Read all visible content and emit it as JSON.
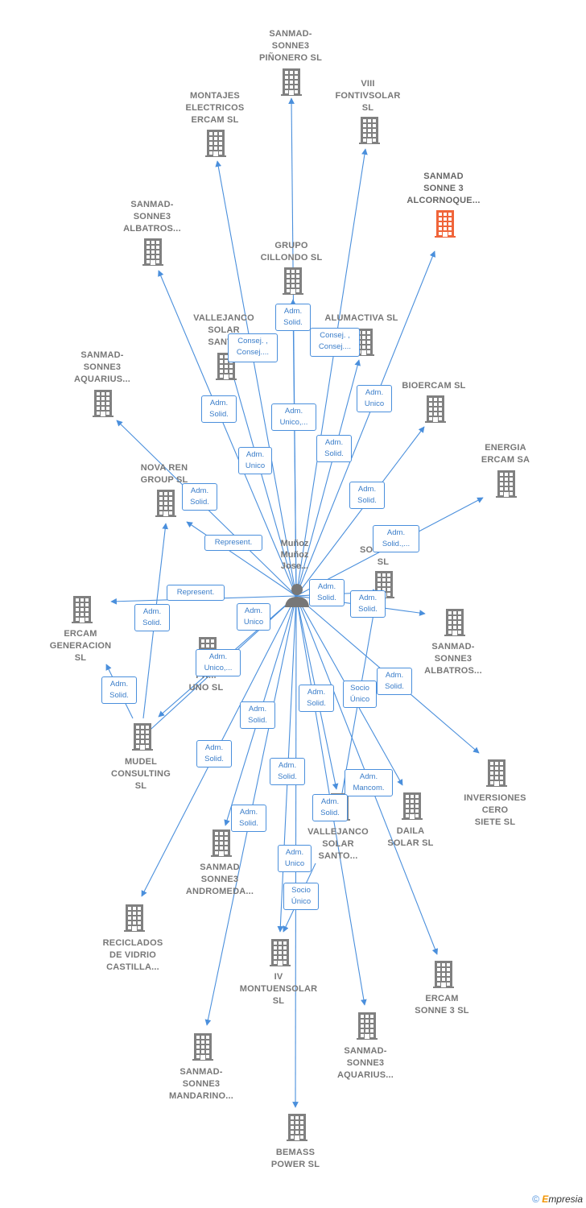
{
  "colors": {
    "edge": "#4a8fdc",
    "building": "#808080",
    "highlight": "#f0653a",
    "person": "#777777"
  },
  "center": {
    "label": "Muñoz\nMuñoz\nJose..."
  },
  "nodes": [
    {
      "id": "n1",
      "label": "SANMAD-\nSONNE3\nPIÑONERO  SL"
    },
    {
      "id": "n2",
      "label": "MONTAJES\nELECTRICOS\nERCAM SL"
    },
    {
      "id": "n3",
      "label": "VIII\nFONTIVSOLAR\nSL"
    },
    {
      "id": "n4",
      "label": "SANMAD\nSONNE 3\nALCORNOQUE...",
      "highlight": true
    },
    {
      "id": "n5",
      "label": "SANMAD-\nSONNE3\nALBATROS..."
    },
    {
      "id": "n6",
      "label": "GRUPO\nCILLONDO  SL"
    },
    {
      "id": "n7",
      "label": "VALLEJANCO\nSOLAR\nSANT..."
    },
    {
      "id": "n8",
      "label": "ALUMACTIVA SL"
    },
    {
      "id": "n9",
      "label": "SANMAD-\nSONNE3\nAQUARIUS..."
    },
    {
      "id": "n10",
      "label": "BIOERCAM SL"
    },
    {
      "id": "n11",
      "label": "ENERGIA\nERCAM SA"
    },
    {
      "id": "n12",
      "label": "NOVA REN\nGROUP  SL"
    },
    {
      "id": "n13",
      "label": "SOTRO...R\nSL"
    },
    {
      "id": "n14",
      "label": "ERCAM\nGENERACION\nSL"
    },
    {
      "id": "n15",
      "label": "SANMAD-\nSONNE3\nALBATROS..."
    },
    {
      "id": "n16",
      "label": "PR...\nUNO SL"
    },
    {
      "id": "n17",
      "label": "MUDEL\nCONSULTING\nSL"
    },
    {
      "id": "n18",
      "label": "INVERSIONES\nCERO\nSIETE  SL"
    },
    {
      "id": "n19",
      "label": "DAILA\nSOLAR SL"
    },
    {
      "id": "n20",
      "label": "VALLEJANCO\nSOLAR\nSANTO..."
    },
    {
      "id": "n21",
      "label": "SANMAD\nSONNE3\nANDROMEDA..."
    },
    {
      "id": "n22",
      "label": "RECICLADOS\nDE VIDRIO\nCASTILLA..."
    },
    {
      "id": "n23",
      "label": "IV\nMONTUENSOLAR\nSL"
    },
    {
      "id": "n24",
      "label": "ERCAM\nSONNE 3  SL"
    },
    {
      "id": "n25",
      "label": "SANMAD-\nSONNE3\nAQUARIUS..."
    },
    {
      "id": "n26",
      "label": "SANMAD-\nSONNE3\nMANDARINO..."
    },
    {
      "id": "n27",
      "label": "BEMASS\nPOWER  SL"
    }
  ],
  "roles": [
    {
      "label": "Adm.\nSolid."
    },
    {
      "label": "Consej. ,\nConsej...."
    },
    {
      "label": "Consej. ,\nConsej...."
    },
    {
      "label": "Adm.\nUnico"
    },
    {
      "label": "Adm.\nSolid."
    },
    {
      "label": "Adm.\nUnico,..."
    },
    {
      "label": "Adm.\nSolid."
    },
    {
      "label": "Adm.\nUnico"
    },
    {
      "label": "Adm.\nSolid."
    },
    {
      "label": "Adm.\nSolid."
    },
    {
      "label": "Represent."
    },
    {
      "label": "Adm.\nSolid.,..."
    },
    {
      "label": "Represent."
    },
    {
      "label": "Adm.\nSolid."
    },
    {
      "label": "Adm.\nSolid."
    },
    {
      "label": "Adm.\nUnico"
    },
    {
      "label": "Adm.\nSolid."
    },
    {
      "label": "Adm.\nUnico,..."
    },
    {
      "label": "Adm.\nSolid."
    },
    {
      "label": "Adm.\nSolid."
    },
    {
      "label": "Adm.\nSolid."
    },
    {
      "label": "Socio\nÚnico"
    },
    {
      "label": "Adm.\nSolid."
    },
    {
      "label": "Adm.\nSolid."
    },
    {
      "label": "Adm.\nSolid."
    },
    {
      "label": "Adm.\nMancom."
    },
    {
      "label": "Adm.\nSolid."
    },
    {
      "label": "Adm.\nSolid."
    },
    {
      "label": "Adm.\nUnico"
    },
    {
      "label": "Socio\nÚnico"
    }
  ],
  "footer": {
    "copyright": "©",
    "brand_initial": "E",
    "brand_rest": "mpresia"
  }
}
